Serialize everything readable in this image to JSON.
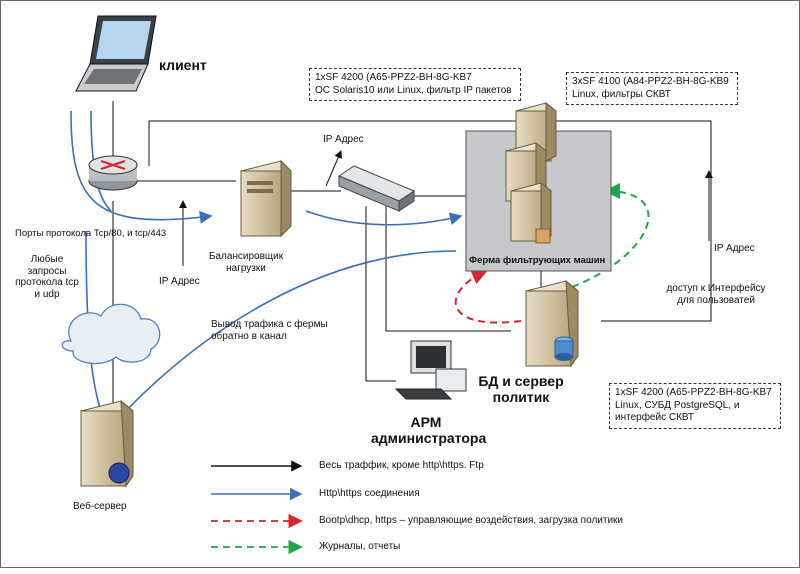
{
  "nodes": {
    "client": "клиент",
    "balancer": "Балансировщик нагрузки",
    "farm": "Ферма фильтрующих машин",
    "admin": "АРМ администратора",
    "db": "БД и сервер политик",
    "webserver": "Веб-сервер"
  },
  "notes": {
    "balancer_spec": [
      "1xSF 4200 (A65-PPZ2-BH-8G-KB7",
      "ОС Solaris10 или Linux, фильтр IP пакетов"
    ],
    "farm_spec": [
      "3xSF 4100 (A84-PPZ2-BH-8G-KB9",
      "Linux, фильтры СКВТ"
    ],
    "db_spec": [
      "1xSF 4200 (A65-PPZ2-BH-8G-KB7",
      "Linux, СУБД PostgreSQL, и",
      "интерфейс СКВТ"
    ]
  },
  "labels": {
    "ip_top": "IP Адрес",
    "ip_mid": "IP Адрес",
    "ip_right": "IP Адрес",
    "ports": "Порты протокола Tcp/80, и tcp/443",
    "any_requests": "Любые запросы протокола tcp и udp",
    "traffic_back": "Вывод трафика с фермы обратно в канал",
    "user_access": "доступ к Интерфейсу для пользоватей"
  },
  "legend": [
    {
      "text": "Весь траффик, кроме http\\https. Ftp",
      "color": "#111111",
      "dashed": false
    },
    {
      "text": "Http\\https соединения",
      "color": "#3a6fb5",
      "dashed": false
    },
    {
      "text": "Bootp\\dhcp, https – управляющие воздействия, загрузка политики",
      "color": "#d6262e",
      "dashed": true
    },
    {
      "text": "Журналы, отчеты",
      "color": "#1fa64a",
      "dashed": true
    }
  ]
}
